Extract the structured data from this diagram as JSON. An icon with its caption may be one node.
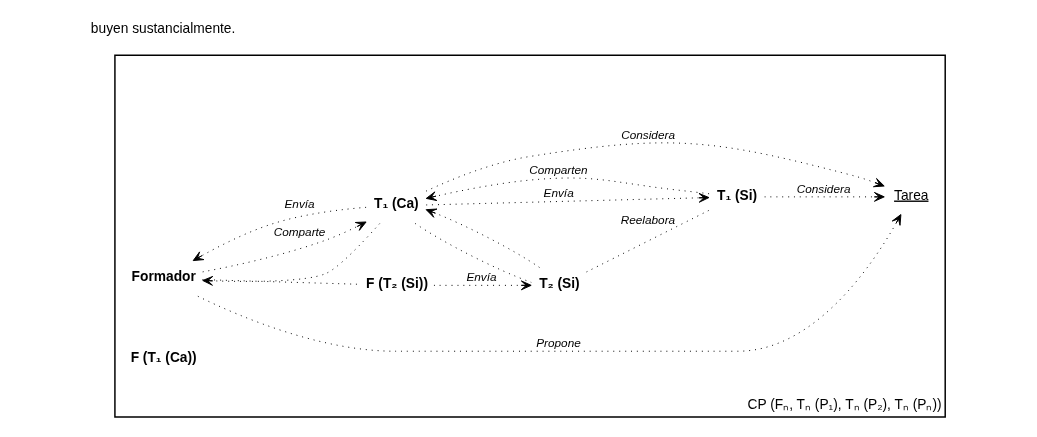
{
  "diagram": {
    "nodes": [
      {
        "text": [
          "CP (Fₙ, Tₙ (P₁), Tₙ (P₂), Tₙ (Pₙ))"
        ]
      },
      {
        "text": [
          "Formador"
        ],
        "in": 0
      },
      {
        "text": [
          "Tarea"
        ],
        "in": 0
      },
      {
        "text": [
          "T₁ (Ca)"
        ],
        "in": 0
      },
      {
        "text": [
          "T₁ (Si)"
        ],
        "in": 0
      },
      {
        "text": [
          "F (T₁ (Ca))"
        ],
        "in": 0
      },
      {
        "text": [
          "F (T₂ (Si))"
        ],
        "in": 0
      },
      {
        "text": [
          "T₂ (Si)"
        ],
        "in": 0
      }
    ],
    "edges": [
      {
        "from": 1,
        "to": 2,
        "arrow": "to",
        "label": "Propone"
      },
      {
        "from": 3,
        "to": 1,
        "arrow": "to",
        "label": "Envía"
      },
      {
        "from": 3,
        "to": 1,
        "arrow": "to"
      },
      {
        "from": 3,
        "to": 2,
        "arrow": "to",
        "label": "Considera"
      },
      {
        "from": 4,
        "to": 2,
        "arrow": "to",
        "label": "Considera"
      },
      {
        "from": 1,
        "to": 3,
        "arrow": "to",
        "label": "Comparte"
      },
      {
        "from": 1,
        "to": 6,
        "arrow": "none"
      },
      {
        "from": 3,
        "to": 4,
        "arrow": "to",
        "label": "Envía"
      },
      {
        "from": 4,
        "to": 3,
        "arrow": "to",
        "label": "Comparten"
      },
      {
        "from": 7,
        "to": 3,
        "arrow": "to"
      },
      {
        "from": 3,
        "to": 7,
        "arrow": "none"
      },
      {
        "from": 7,
        "to": 4,
        "arrow": "none",
        "label": "Reelabora"
      },
      {
        "from": 6,
        "to": 7,
        "arrow": "to",
        "label": "Envía"
      }
    ],
    "labels": [
      "buyen sustancialmente."
    ]
  }
}
